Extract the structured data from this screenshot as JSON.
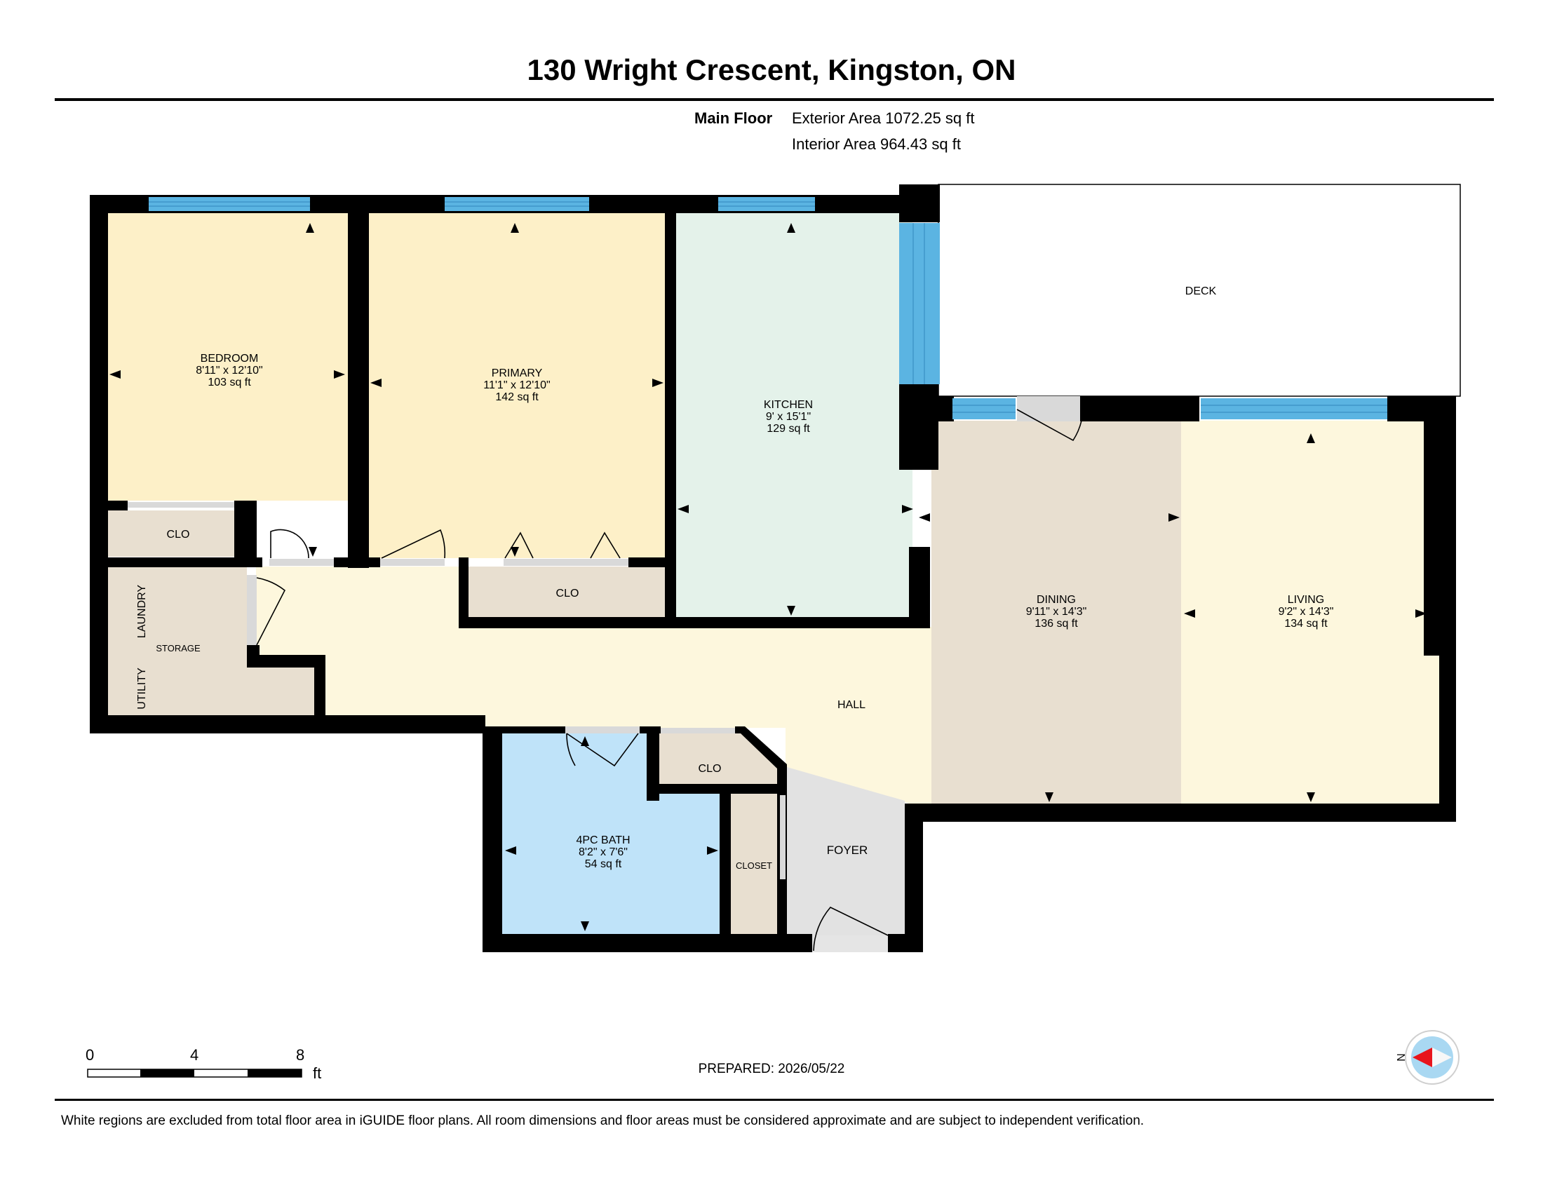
{
  "header": {
    "title": "130 Wright Crescent, Kingston, ON",
    "floor_label": "Main Floor",
    "exterior_area": "Exterior Area 1072.25 sq ft",
    "interior_area": "Interior Area 964.43 sq ft"
  },
  "rooms": {
    "bedroom": {
      "name": "BEDROOM",
      "dims": "8'11\" x 12'10\"",
      "area": "103 sq ft"
    },
    "primary": {
      "name": "PRIMARY",
      "dims": "11'1\" x 12'10\"",
      "area": "142 sq ft"
    },
    "kitchen": {
      "name": "KITCHEN",
      "dims": "9' x 15'1\"",
      "area": "129 sq ft"
    },
    "dining": {
      "name": "DINING",
      "dims": "9'11\" x 14'3\"",
      "area": "136 sq ft"
    },
    "living": {
      "name": "LIVING",
      "dims": "9'2\" x 14'3\"",
      "area": "134 sq ft"
    },
    "bath": {
      "name": "4PC BATH",
      "dims": "8'2\" x 7'6\"",
      "area": "54 sq ft"
    },
    "deck": {
      "name": "DECK"
    },
    "hall": {
      "name": "HALL"
    },
    "foyer": {
      "name": "FOYER"
    },
    "closet": {
      "name": "CLOSET"
    },
    "clo_bedroom": {
      "name": "CLO"
    },
    "clo_primary": {
      "name": "CLO"
    },
    "clo_bath": {
      "name": "CLO"
    },
    "laundry": {
      "name": "LAUNDRY"
    },
    "utility": {
      "name": "UTILITY"
    },
    "storage": {
      "name": "STORAGE"
    }
  },
  "scale": {
    "labels": [
      "0",
      "4",
      "8"
    ],
    "unit": "ft"
  },
  "compass": {
    "label": "N"
  },
  "footer": {
    "prepared": "PREPARED: 2026/05/22",
    "disclaimer": "White regions are excluded from total floor area in iGUIDE floor plans. All room dimensions and floor areas must be considered approximate and are subject to independent verification."
  },
  "colors": {
    "bedroom": "#fdf0c8",
    "primary": "#fdf0c8",
    "kitchen": "#e4f2ea",
    "dining": "#e8dfd0",
    "living": "#fdf7dd",
    "hall": "#fdf7dd",
    "bath": "#bfe3f9",
    "closet": "#e8dfd0",
    "foyer": "#e2e2e2",
    "window": "#5bb4e2",
    "wall": "#000000",
    "compass_needle": "#e8141b",
    "compass_ring": "#a9d8f2"
  }
}
